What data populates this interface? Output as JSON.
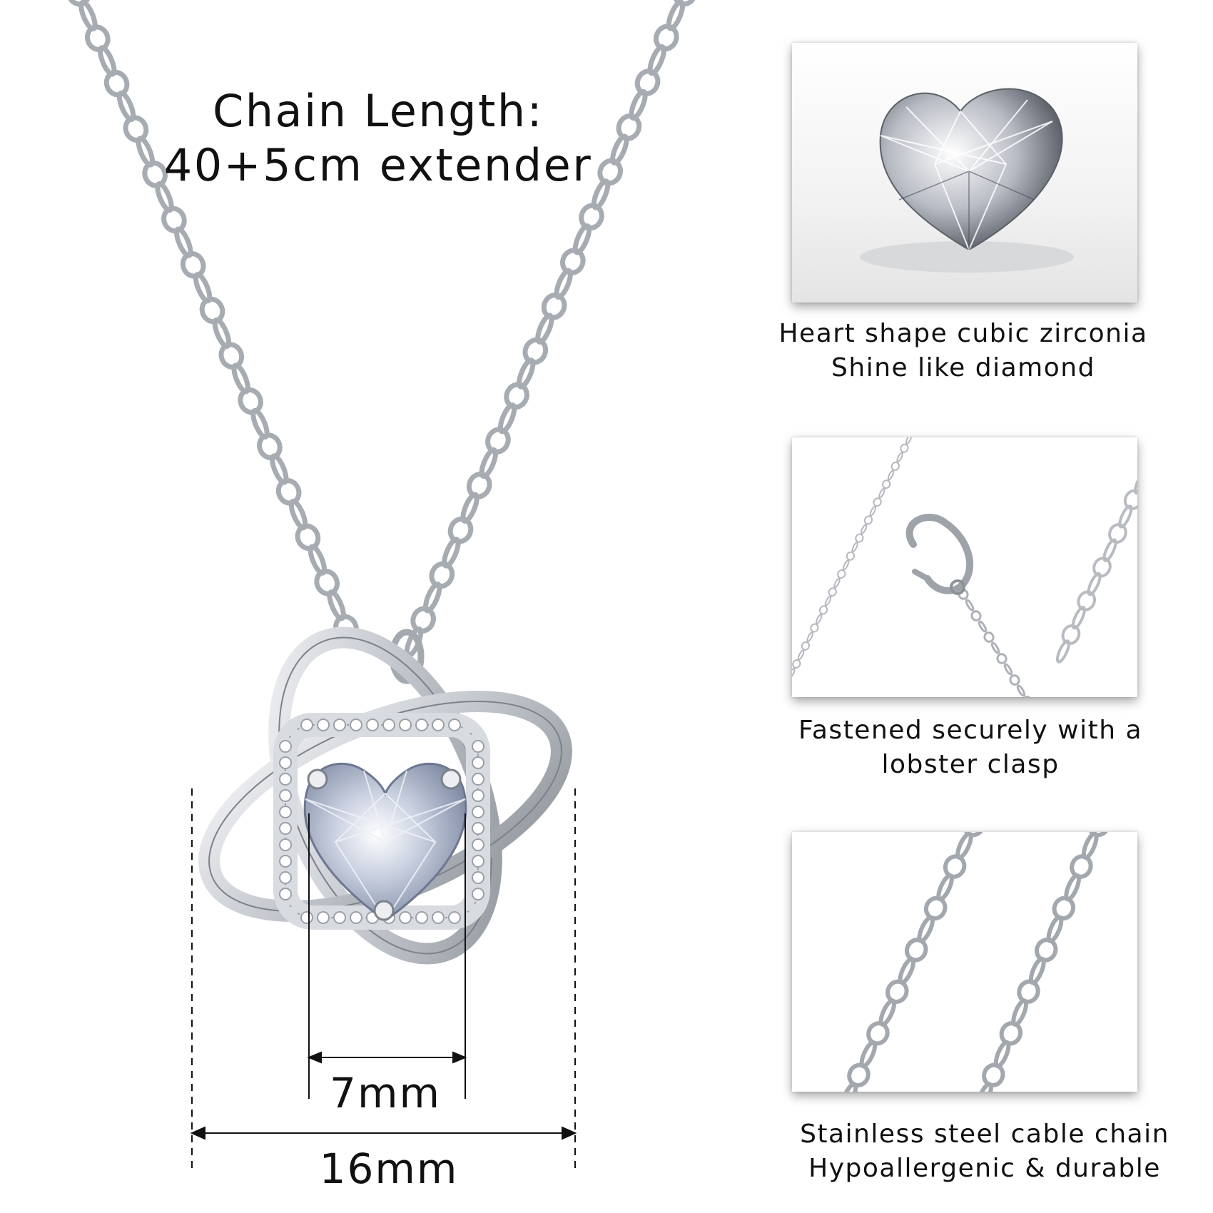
{
  "chain_length": {
    "line1": "Chain Length:",
    "line2": "40+5cm extender"
  },
  "dimensions": {
    "inner_width": "7mm",
    "outer_width": "16mm"
  },
  "features": [
    {
      "image_icon": "heart-cubic-zirconia-gem",
      "line1": "Heart shape cubic zirconia",
      "line2": "Shine like diamond"
    },
    {
      "image_icon": "lobster-clasp",
      "line1": "Fastened securely with a",
      "line2": "lobster clasp"
    },
    {
      "image_icon": "cable-chain",
      "line1": "Stainless steel cable chain",
      "line2": "Hypoallergenic & durable"
    }
  ],
  "colors": {
    "background": "#ffffff",
    "text": "#111111",
    "silver": "#c9ccd1",
    "silver_dark": "#8a8f96",
    "gem_blue": "#b9c3d8"
  }
}
